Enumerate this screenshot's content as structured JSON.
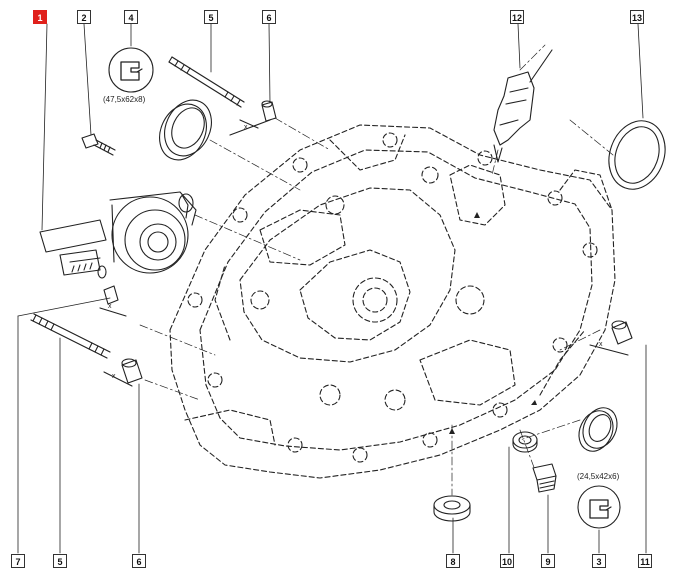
{
  "callouts": [
    {
      "id": "c1",
      "label": "1",
      "active": true
    },
    {
      "id": "c2",
      "label": "2"
    },
    {
      "id": "c4",
      "label": "4"
    },
    {
      "id": "c5top",
      "label": "5"
    },
    {
      "id": "c6top",
      "label": "6"
    },
    {
      "id": "c12",
      "label": "12"
    },
    {
      "id": "c13",
      "label": "13"
    },
    {
      "id": "c7",
      "label": "7"
    },
    {
      "id": "c5bot",
      "label": "5"
    },
    {
      "id": "c6bot",
      "label": "6"
    },
    {
      "id": "c8",
      "label": "8"
    },
    {
      "id": "c10",
      "label": "10"
    },
    {
      "id": "c9",
      "label": "9"
    },
    {
      "id": "c3",
      "label": "3"
    },
    {
      "id": "c11",
      "label": "11"
    }
  ],
  "dimensions": {
    "seal_upper": "(47,5x62x8)",
    "seal_lower": "(24,5x42x6)"
  },
  "axis_mark": "x",
  "colors": {
    "active_callout": "#e0201b",
    "line": "#222222"
  }
}
